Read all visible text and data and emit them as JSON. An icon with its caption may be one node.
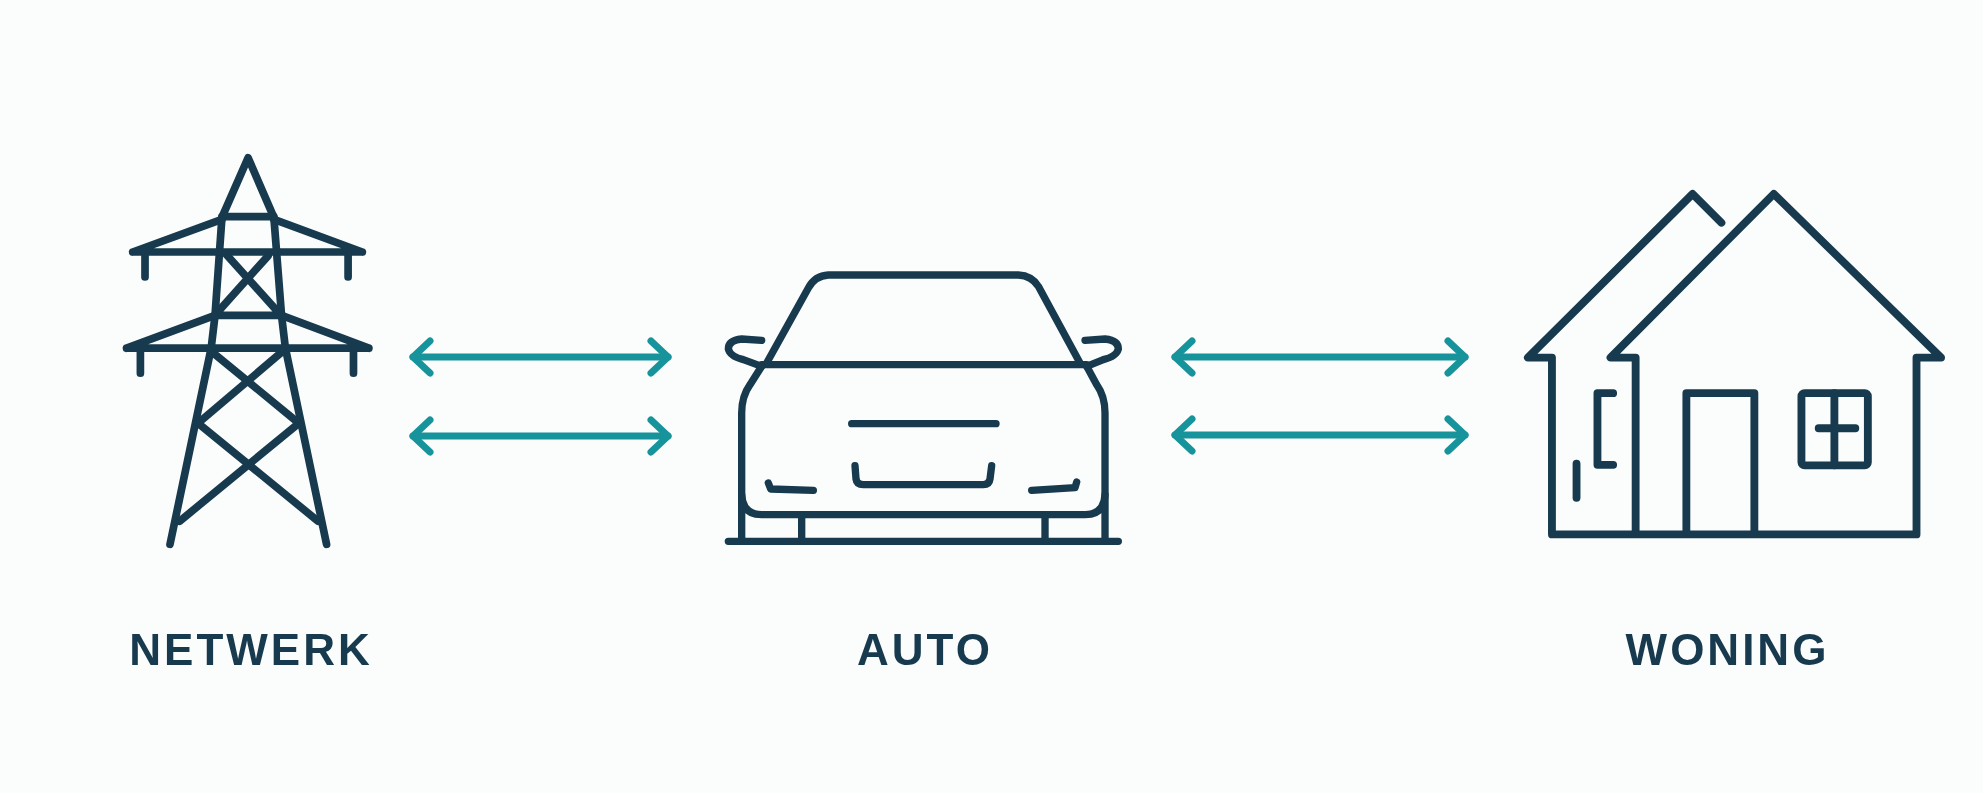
{
  "diagram": {
    "nodes": [
      {
        "text": [
          "NETWERK"
        ]
      },
      {
        "text": [
          "AUTO"
        ]
      },
      {
        "text": [
          "WONING"
        ]
      }
    ],
    "edges": [
      {
        "from": 0,
        "to": 1,
        "arrow": "both"
      },
      {
        "from": 0,
        "to": 1,
        "arrow": "both"
      },
      {
        "from": 1,
        "to": 2,
        "arrow": "both"
      },
      {
        "from": 1,
        "to": 2,
        "arrow": "both"
      }
    ]
  }
}
